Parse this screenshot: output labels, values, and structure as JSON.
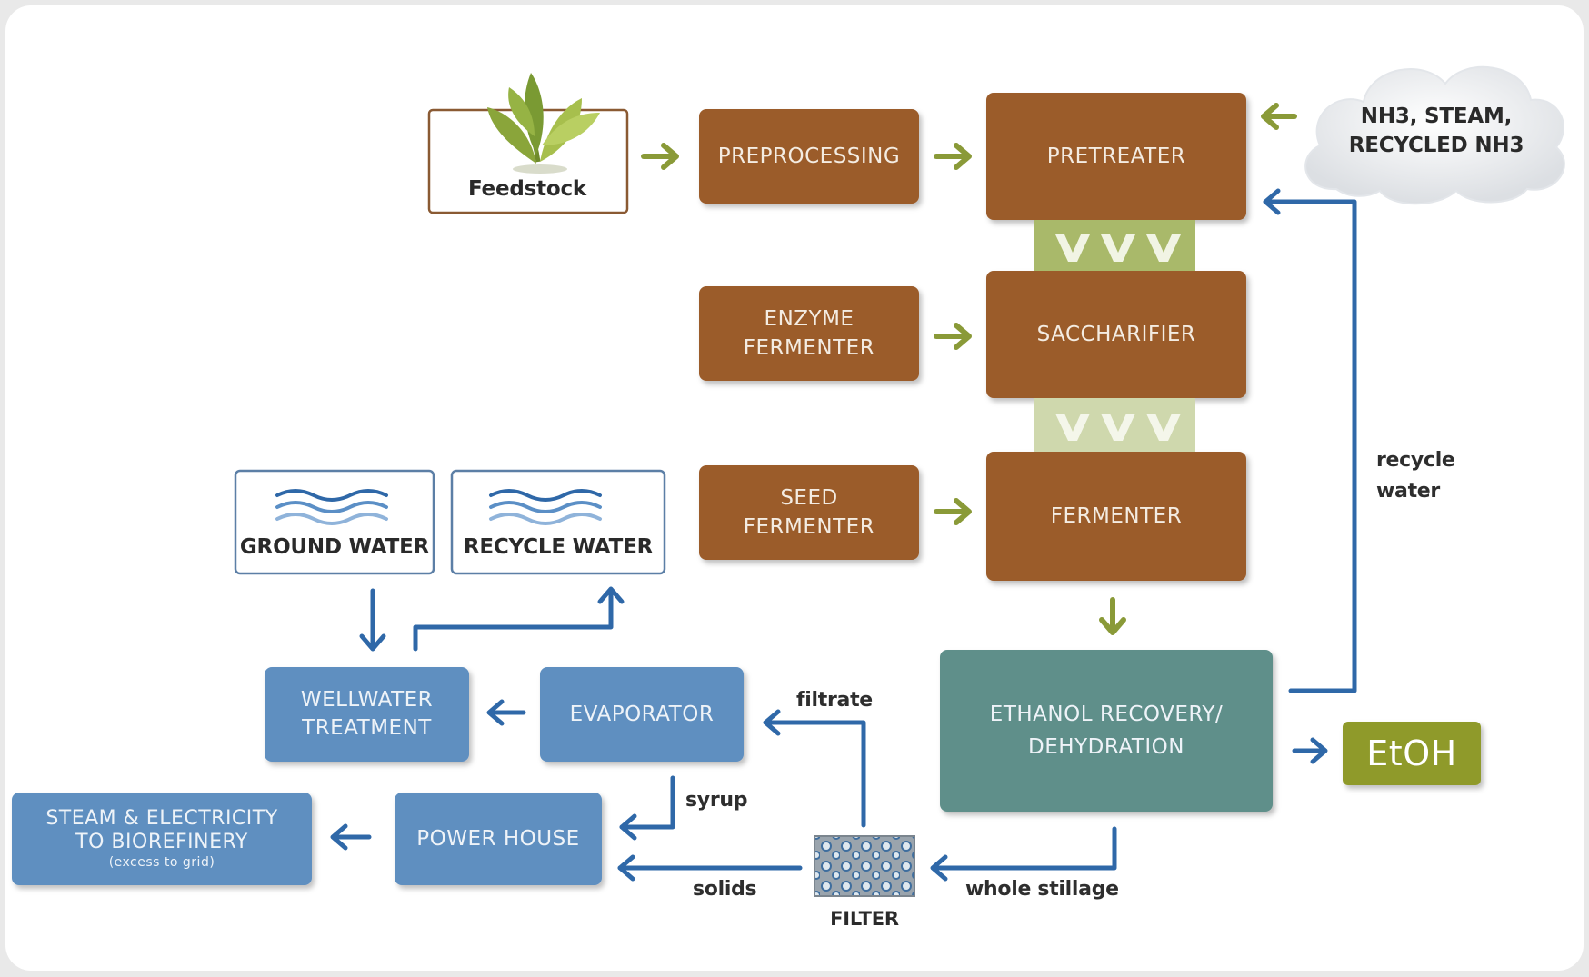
{
  "nodes": {
    "feedstock": "Feedstock",
    "preprocessing": "PREPROCESSING",
    "pretreater": "PRETREATER",
    "nh3_cloud": [
      "NH3, STEAM,",
      "RECYCLED NH3"
    ],
    "enzyme_fermenter": [
      "ENZYME",
      "FERMENTER"
    ],
    "saccharifier": "SACCHARIFIER",
    "seed_fermenter": [
      "SEED",
      "FERMENTER"
    ],
    "fermenter": "FERMENTER",
    "ground_water": "GROUND WATER",
    "recycle_water": "RECYCLE WATER",
    "wellwater_treatment": [
      "WELLWATER",
      "TREATMENT"
    ],
    "evaporator": "EVAPORATOR",
    "ethanol_recovery": [
      "ETHANOL RECOVERY/",
      "DEHYDRATION"
    ],
    "etoh": "EtOH",
    "steam_electricity": [
      "STEAM & ELECTRICITY",
      "TO BIOREFINERY"
    ],
    "steam_electricity_note": "(excess to grid)",
    "power_house": "POWER HOUSE",
    "filter": "FILTER"
  },
  "edge_labels": {
    "recycle_water_line1": "recycle",
    "recycle_water_line2": "water",
    "filtrate": "filtrate",
    "syrup": "syrup",
    "solids": "solids",
    "whole_stillage": "whole stillage"
  },
  "colors": {
    "brown": "#9b5b2a",
    "blue": "#5e8fc0",
    "teal": "#5e8f8a",
    "olive": "#8f9a2b",
    "green_arrow": "#8a9a38",
    "blue_arrow": "#2f68a8"
  }
}
